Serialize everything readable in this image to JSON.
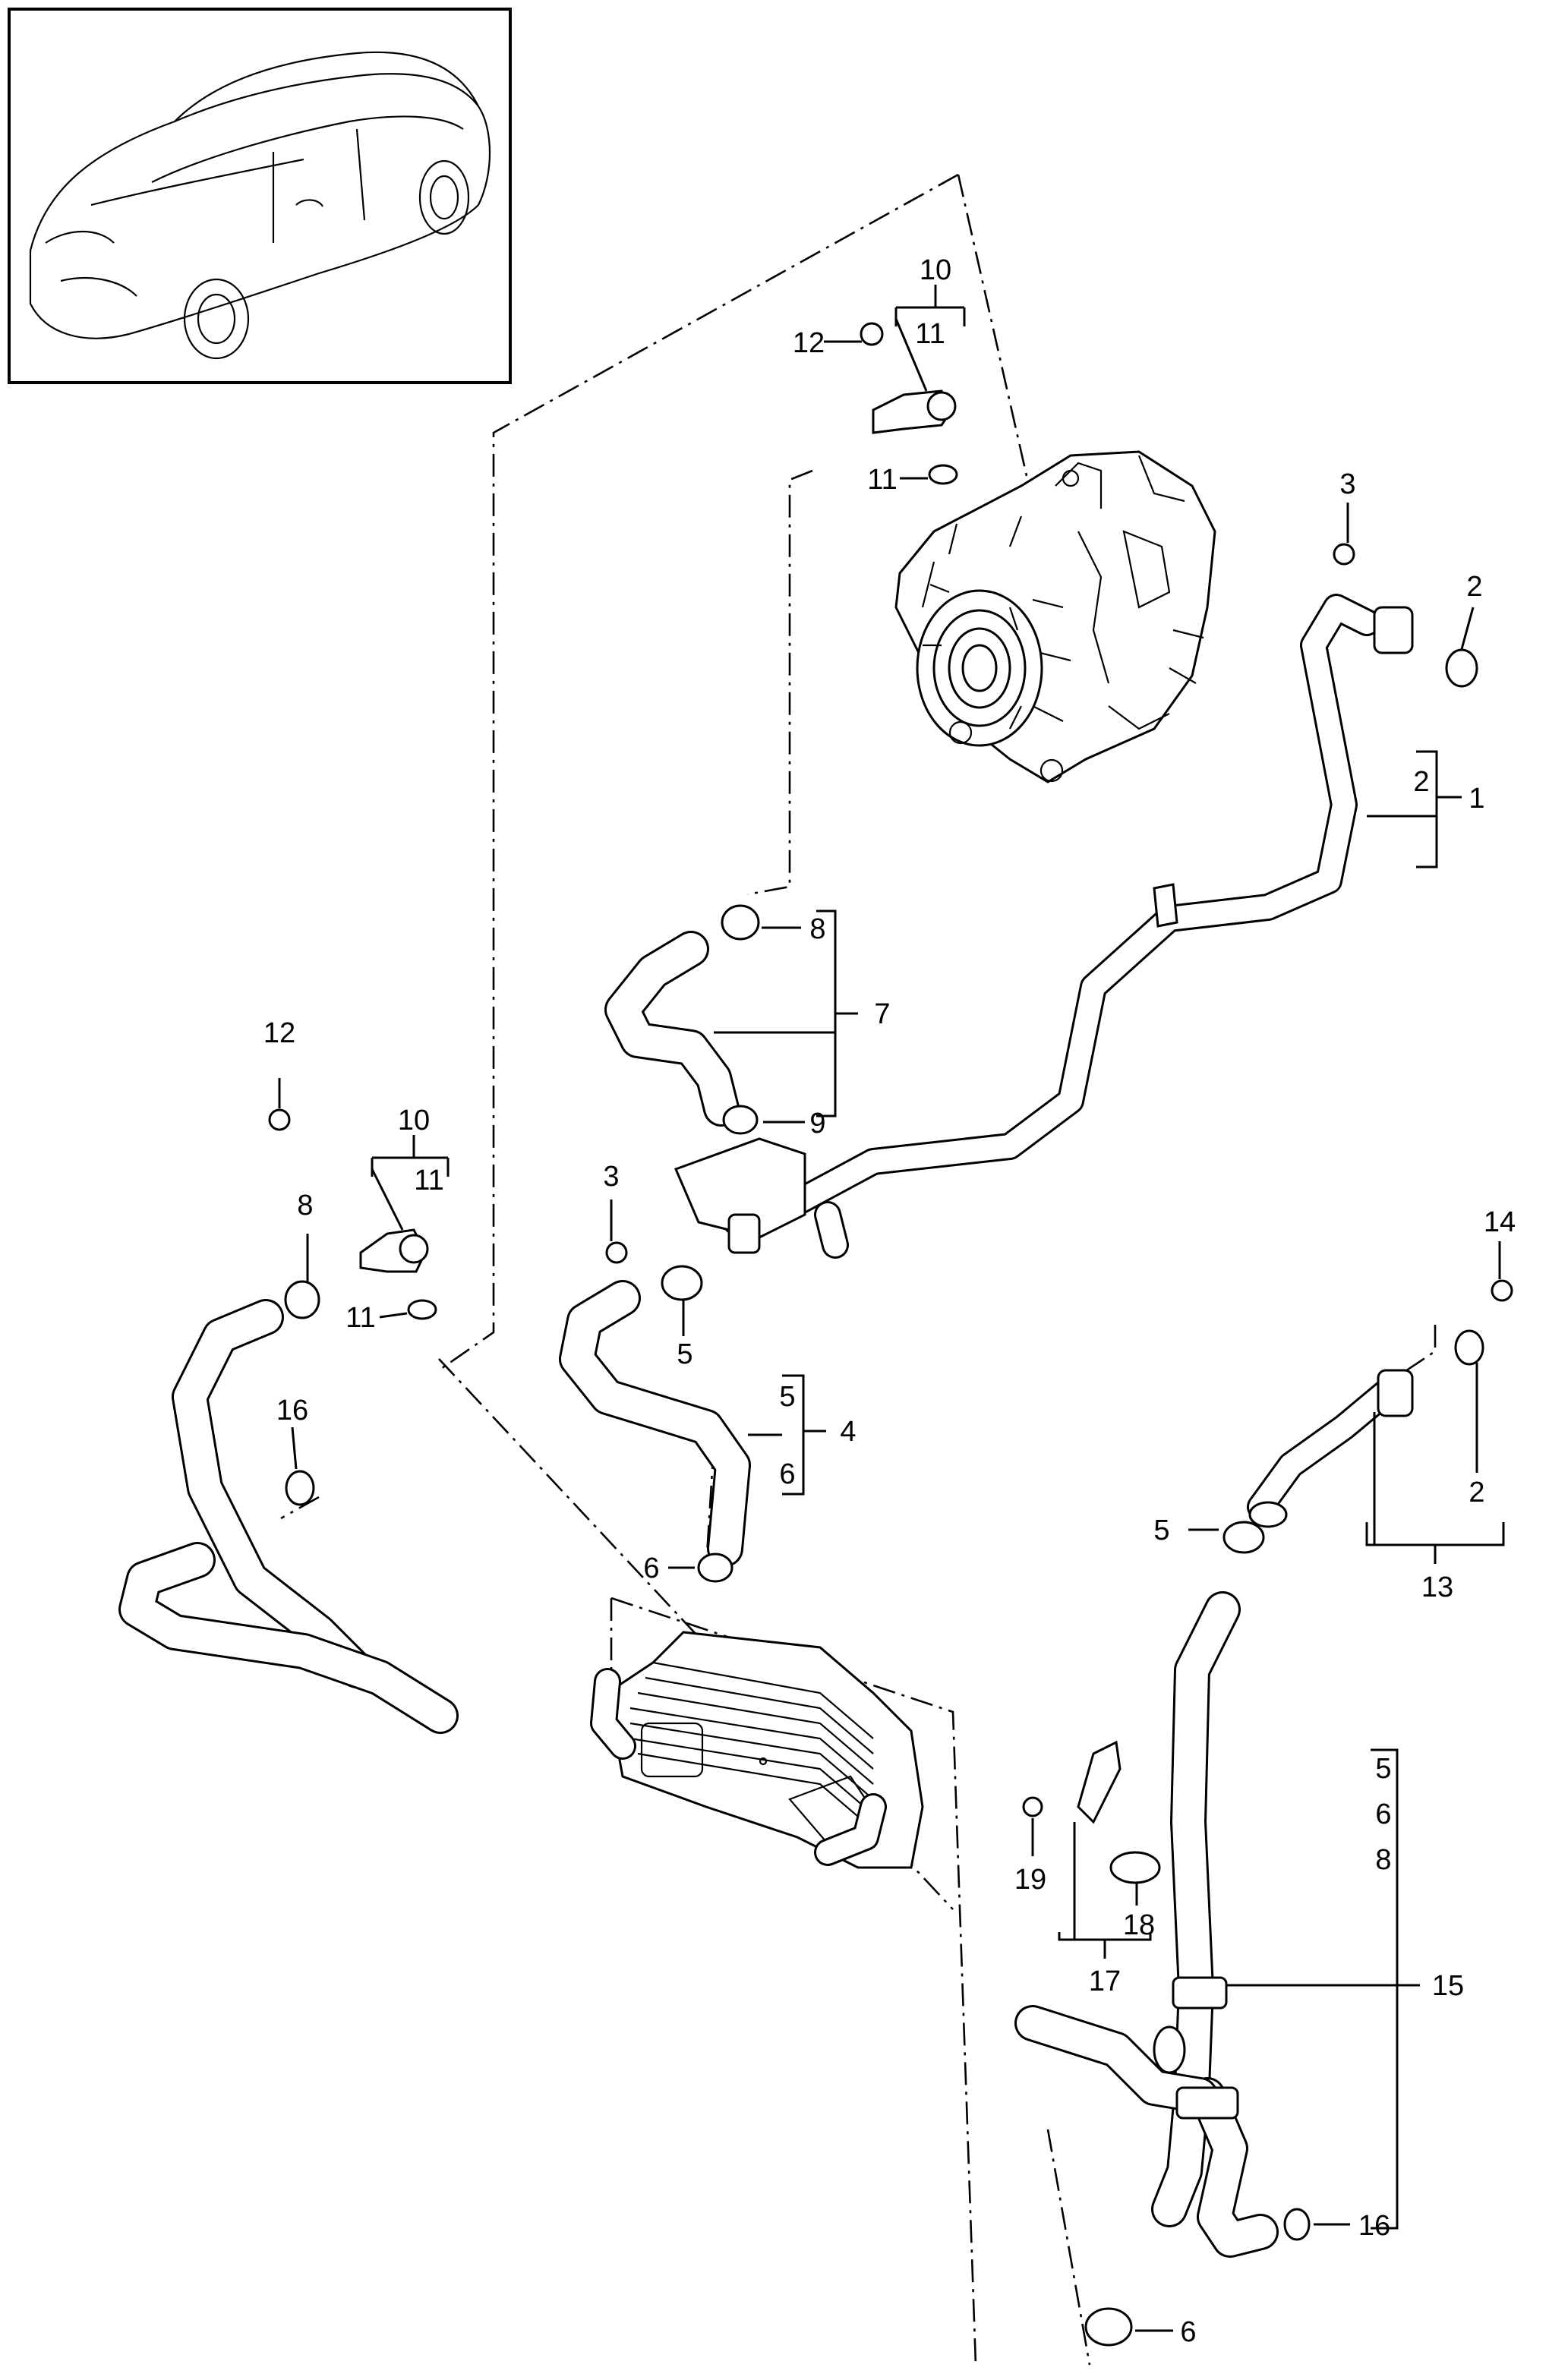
{
  "callouts": [
    {
      "id": "c1",
      "text": "1"
    },
    {
      "id": "c2a",
      "text": "2"
    },
    {
      "id": "c2b",
      "text": "2"
    },
    {
      "id": "c2c",
      "text": "2"
    },
    {
      "id": "c3a",
      "text": "3"
    },
    {
      "id": "c3b",
      "text": "3"
    },
    {
      "id": "c4",
      "text": "4"
    },
    {
      "id": "c5a",
      "text": "5"
    },
    {
      "id": "c5b",
      "text": "5"
    },
    {
      "id": "c5c",
      "text": "5"
    },
    {
      "id": "c5d",
      "text": "5"
    },
    {
      "id": "c6a",
      "text": "6"
    },
    {
      "id": "c6b",
      "text": "6"
    },
    {
      "id": "c6c",
      "text": "6"
    },
    {
      "id": "c6d",
      "text": "6"
    },
    {
      "id": "c7",
      "text": "7"
    },
    {
      "id": "c8a",
      "text": "8"
    },
    {
      "id": "c8b",
      "text": "8"
    },
    {
      "id": "c8c",
      "text": "8"
    },
    {
      "id": "c9",
      "text": "9"
    },
    {
      "id": "c10a",
      "text": "10"
    },
    {
      "id": "c10b",
      "text": "10"
    },
    {
      "id": "c11a",
      "text": "11"
    },
    {
      "id": "c11b",
      "text": "11"
    },
    {
      "id": "c11c",
      "text": "11"
    },
    {
      "id": "c11d",
      "text": "11"
    },
    {
      "id": "c12a",
      "text": "12"
    },
    {
      "id": "c12b",
      "text": "12"
    },
    {
      "id": "c13",
      "text": "13"
    },
    {
      "id": "c14",
      "text": "14"
    },
    {
      "id": "c15",
      "text": "15"
    },
    {
      "id": "c16a",
      "text": "16"
    },
    {
      "id": "c16b",
      "text": "16"
    },
    {
      "id": "c17",
      "text": "17"
    },
    {
      "id": "c18",
      "text": "18"
    },
    {
      "id": "c19",
      "text": "19"
    }
  ]
}
